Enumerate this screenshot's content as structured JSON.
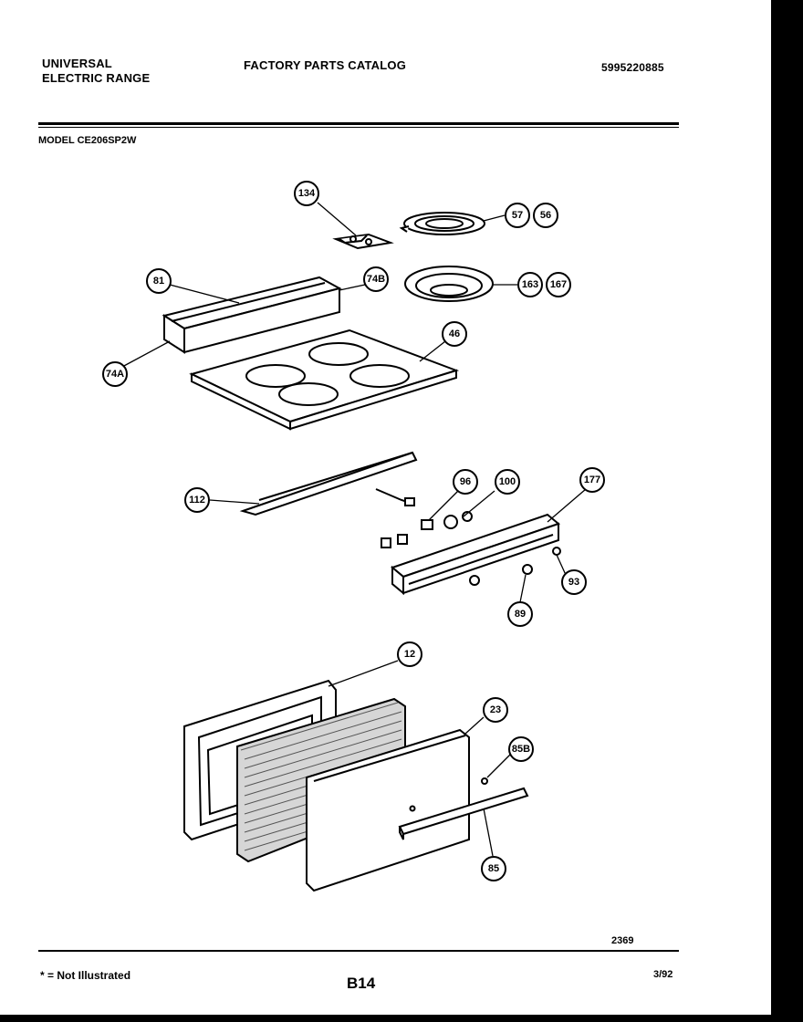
{
  "header": {
    "brand_line1": "UNIVERSAL",
    "brand_line2": "ELECTRIC RANGE",
    "catalog_title": "FACTORY PARTS CATALOG",
    "catalog_number": "5995220885"
  },
  "model_label": "MODEL CE206SP2W",
  "callouts": {
    "c134": "134",
    "c57": "57",
    "c56": "56",
    "c81": "81",
    "c74b": "74B",
    "c163": "163",
    "c167": "167",
    "c74a": "74A",
    "c46": "46",
    "c112": "112",
    "c96": "96",
    "c100": "100",
    "c177": "177",
    "c93": "93",
    "c89": "89",
    "c12": "12",
    "c23": "23",
    "c85b": "85B",
    "c85": "85"
  },
  "drawing_number": "2369",
  "footer": {
    "legend": "* = Not Illustrated",
    "page_code": "B14",
    "date": "3/92"
  }
}
